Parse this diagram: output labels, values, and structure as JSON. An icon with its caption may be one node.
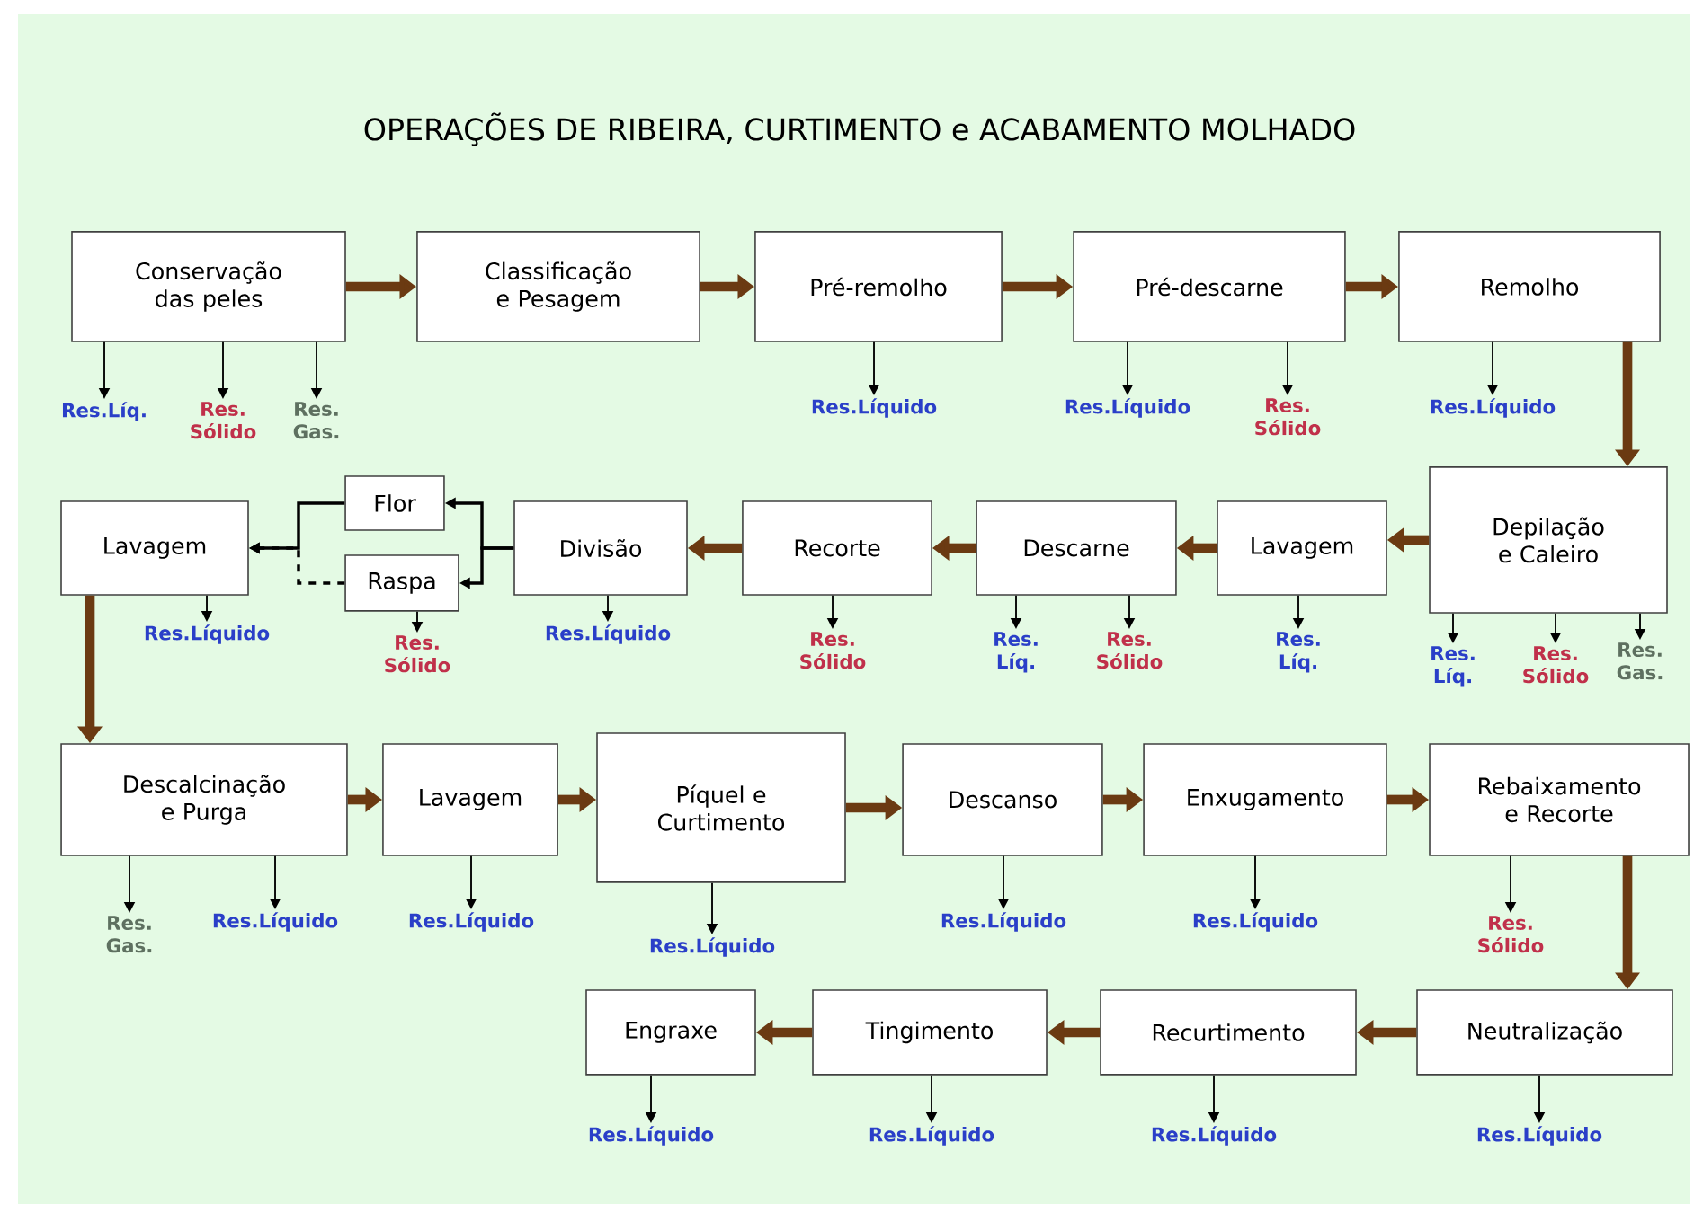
{
  "diagram": {
    "title": "OPERAÇÕES DE RIBEIRA, CURTIMENTO e ACABAMENTO MOLHADO",
    "nodes": [
      {
        "text": [
          "Conservação das peles"
        ]
      },
      {
        "text": [
          "Classificação e Pesagem"
        ]
      },
      {
        "text": [
          "Pré-remolho"
        ]
      },
      {
        "text": [
          "Pré-descarne"
        ]
      },
      {
        "text": [
          "Remolho"
        ]
      },
      {
        "text": [
          "Depilação e Caleiro"
        ]
      },
      {
        "text": [
          "Lavagem"
        ]
      },
      {
        "text": [
          "Descarne"
        ]
      },
      {
        "text": [
          "Recorte"
        ]
      },
      {
        "text": [
          "Divisão"
        ]
      },
      {
        "text": [
          "Flor"
        ]
      },
      {
        "text": [
          "Raspa"
        ]
      },
      {
        "text": [
          "Lavagem"
        ]
      },
      {
        "text": [
          "Descalcinação e Purga"
        ]
      },
      {
        "text": [
          "Lavagem"
        ]
      },
      {
        "text": [
          "Píquel e Curtimento"
        ]
      },
      {
        "text": [
          "Descanso"
        ]
      },
      {
        "text": [
          "Enxugamento"
        ]
      },
      {
        "text": [
          "Rebaixamento e Recorte"
        ]
      },
      {
        "text": [
          "Neutralização"
        ]
      },
      {
        "text": [
          "Recurtimento"
        ]
      },
      {
        "text": [
          "Tingimento"
        ]
      },
      {
        "text": [
          "Engraxe"
        ]
      },
      {
        "text": [
          "Res.Líq."
        ]
      },
      {
        "text": [
          "Res. Sólido"
        ]
      },
      {
        "text": [
          "Res. Gas."
        ]
      },
      {
        "text": [
          "Res.Líquido"
        ]
      },
      {
        "text": [
          "Res.Líquido"
        ]
      },
      {
        "text": [
          "Res. Sólido"
        ]
      },
      {
        "text": [
          "Res.Líquido"
        ]
      },
      {
        "text": [
          "Res.Líquido"
        ]
      },
      {
        "text": [
          "Res. Sólido"
        ]
      },
      {
        "text": [
          "Res.Líquido"
        ]
      },
      {
        "text": [
          "Res. Sólido"
        ]
      },
      {
        "text": [
          "Res. Líq."
        ]
      },
      {
        "text": [
          "Res. Sólido"
        ]
      },
      {
        "text": [
          "Res. Líq."
        ]
      },
      {
        "text": [
          "Res. Líq."
        ]
      },
      {
        "text": [
          "Res. Sólido"
        ]
      },
      {
        "text": [
          "Res. Gas."
        ]
      },
      {
        "text": [
          "Res. Gas."
        ]
      },
      {
        "text": [
          "Res.Líquido"
        ]
      },
      {
        "text": [
          "Res.Líquido"
        ]
      },
      {
        "text": [
          "Res.Líquido"
        ]
      },
      {
        "text": [
          "Res.Líquido"
        ]
      },
      {
        "text": [
          "Res.Líquido"
        ]
      },
      {
        "text": [
          "Res. Sólido"
        ]
      },
      {
        "text": [
          "Res.Líquido"
        ]
      },
      {
        "text": [
          "Res.Líquido"
        ]
      },
      {
        "text": [
          "Res.Líquido"
        ]
      },
      {
        "text": [
          "Res.Líquido"
        ]
      }
    ],
    "edges": [
      {
        "from": 0,
        "to": 1,
        "arrow": "to",
        "style": "thick",
        "color": "#6b3a12"
      },
      {
        "from": 1,
        "to": 2,
        "arrow": "to",
        "style": "thick",
        "color": "#6b3a12"
      },
      {
        "from": 2,
        "to": 3,
        "arrow": "to",
        "style": "thick",
        "color": "#6b3a12"
      },
      {
        "from": 3,
        "to": 4,
        "arrow": "to",
        "style": "thick",
        "color": "#6b3a12"
      },
      {
        "from": 4,
        "to": 5,
        "arrow": "to",
        "style": "thick",
        "color": "#6b3a12"
      },
      {
        "from": 5,
        "to": 6,
        "arrow": "to",
        "style": "thick",
        "color": "#6b3a12"
      },
      {
        "from": 6,
        "to": 7,
        "arrow": "to",
        "style": "thick",
        "color": "#6b3a12"
      },
      {
        "from": 7,
        "to": 8,
        "arrow": "to",
        "style": "thick",
        "color": "#6b3a12"
      },
      {
        "from": 8,
        "to": 9,
        "arrow": "to",
        "style": "thick",
        "color": "#6b3a12"
      },
      {
        "from": 9,
        "to": 10,
        "arrow": "to"
      },
      {
        "from": 9,
        "to": 11,
        "arrow": "to"
      },
      {
        "from": 10,
        "to": 12,
        "arrow": "to"
      },
      {
        "from": 11,
        "to": 12,
        "arrow": "to",
        "style": "dashed"
      },
      {
        "from": 12,
        "to": 13,
        "arrow": "to",
        "style": "thick",
        "color": "#6b3a12"
      },
      {
        "from": 13,
        "to": 14,
        "arrow": "to",
        "style": "thick",
        "color": "#6b3a12"
      },
      {
        "from": 14,
        "to": 15,
        "arrow": "to",
        "style": "thick",
        "color": "#6b3a12"
      },
      {
        "from": 15,
        "to": 16,
        "arrow": "to",
        "style": "thick",
        "color": "#6b3a12"
      },
      {
        "from": 16,
        "to": 17,
        "arrow": "to",
        "style": "thick",
        "color": "#6b3a12"
      },
      {
        "from": 17,
        "to": 18,
        "arrow": "to",
        "style": "thick",
        "color": "#6b3a12"
      },
      {
        "from": 18,
        "to": 19,
        "arrow": "to",
        "style": "thick",
        "color": "#6b3a12"
      },
      {
        "from": 19,
        "to": 20,
        "arrow": "to",
        "style": "thick",
        "color": "#6b3a12"
      },
      {
        "from": 20,
        "to": 21,
        "arrow": "to",
        "style": "thick",
        "color": "#6b3a12"
      },
      {
        "from": 21,
        "to": 22,
        "arrow": "to",
        "style": "thick",
        "color": "#6b3a12"
      },
      {
        "from": 0,
        "to": 23,
        "arrow": "to"
      },
      {
        "from": 0,
        "to": 24,
        "arrow": "to"
      },
      {
        "from": 0,
        "to": 25,
        "arrow": "to"
      },
      {
        "from": 2,
        "to": 26,
        "arrow": "to"
      },
      {
        "from": 3,
        "to": 27,
        "arrow": "to"
      },
      {
        "from": 3,
        "to": 28,
        "arrow": "to"
      },
      {
        "from": 4,
        "to": 29,
        "arrow": "to"
      },
      {
        "from": 12,
        "to": 30,
        "arrow": "to"
      },
      {
        "from": 11,
        "to": 31,
        "arrow": "to"
      },
      {
        "from": 9,
        "to": 32,
        "arrow": "to"
      },
      {
        "from": 8,
        "to": 33,
        "arrow": "to"
      },
      {
        "from": 7,
        "to": 34,
        "arrow": "to"
      },
      {
        "from": 7,
        "to": 35,
        "arrow": "to"
      },
      {
        "from": 6,
        "to": 36,
        "arrow": "to"
      },
      {
        "from": 5,
        "to": 37,
        "arrow": "to"
      },
      {
        "from": 5,
        "to": 38,
        "arrow": "to"
      },
      {
        "from": 5,
        "to": 39,
        "arrow": "to"
      },
      {
        "from": 13,
        "to": 40,
        "arrow": "to"
      },
      {
        "from": 13,
        "to": 41,
        "arrow": "to"
      },
      {
        "from": 14,
        "to": 42,
        "arrow": "to"
      },
      {
        "from": 15,
        "to": 43,
        "arrow": "to"
      },
      {
        "from": 16,
        "to": 44,
        "arrow": "to"
      },
      {
        "from": 17,
        "to": 45,
        "arrow": "to"
      },
      {
        "from": 18,
        "to": 46,
        "arrow": "to"
      },
      {
        "from": 22,
        "to": 47,
        "arrow": "to"
      },
      {
        "from": 21,
        "to": 48,
        "arrow": "to"
      },
      {
        "from": 20,
        "to": 49,
        "arrow": "to"
      },
      {
        "from": 19,
        "to": 50,
        "arrow": "to"
      }
    ]
  }
}
